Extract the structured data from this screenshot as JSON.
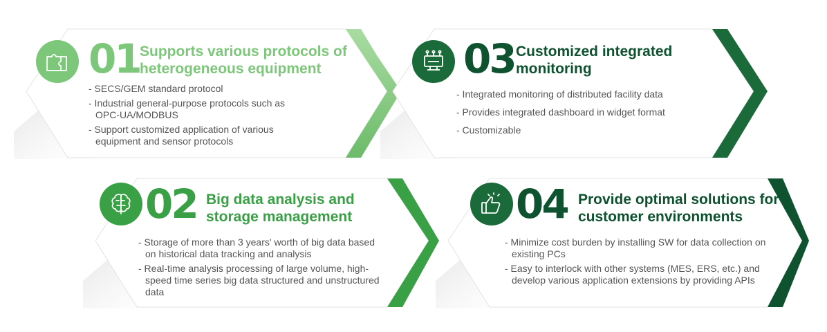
{
  "colors": {
    "light_green": "#7dc77a",
    "mid_green": "#3aa046",
    "dark_green": "#1a6a3a",
    "deep_green": "#0e5230",
    "text_gray": "#555555"
  },
  "cards": [
    {
      "number": "01",
      "title": "Supports various protocols of heterogeneous equipment",
      "icon": "puzzle-icon",
      "bullets": [
        "- SECS/GEM standard protocol",
        "- Industrial general-purpose protocols such as OPC-UA/MODBUS",
        "- Support customized application of various equipment and sensor protocols"
      ]
    },
    {
      "number": "03",
      "title": "Customized integrated monitoring",
      "icon": "monitor-icon",
      "bullets": [
        "- Integrated monitoring of distributed facility data",
        "- Provides integrated dashboard in widget format",
        "- Customizable"
      ]
    },
    {
      "number": "02",
      "title": "Big data analysis and storage management",
      "icon": "brain-icon",
      "bullets": [
        "- Storage of more than 3 years' worth of big data based on historical data tracking and analysis",
        "- Real-time analysis processing of large volume, high-speed time series big data structured and unstructured data"
      ]
    },
    {
      "number": "04",
      "title": "Provide optimal solutions for customer environments",
      "icon": "thumbs-up-icon",
      "bullets": [
        "- Minimize cost burden by installing SW for data collection on existing PCs",
        "- Easy to interlock with other systems (MES, ERS, etc.) and develop various application extensions by providing APIs"
      ]
    }
  ]
}
